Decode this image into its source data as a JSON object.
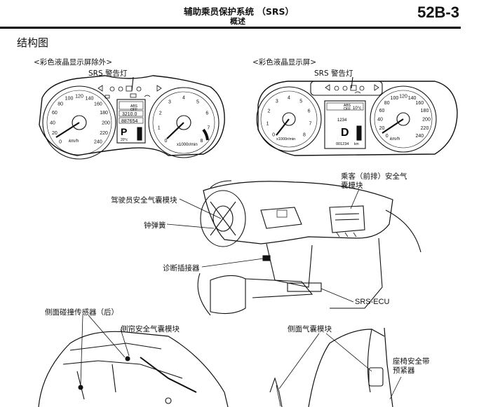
{
  "header": {
    "title": "辅助乘员保护系统 （SRS）",
    "subtitle": "概述",
    "page_number": "52B-3"
  },
  "section_title": "结构图",
  "cluster_left": {
    "caption": "<彩色液晶显示屏除外>",
    "warning_label": "SRS 警告灯",
    "speed_ticks": [
      "0",
      "20",
      "40",
      "60",
      "80",
      "100",
      "120",
      "140",
      "160",
      "180",
      "200",
      "220",
      "240"
    ],
    "speed_unit": "km/h",
    "rpm_ticks": [
      "0",
      "1",
      "2",
      "3",
      "4",
      "5",
      "6",
      "7",
      "8"
    ],
    "rpm_unit": "x1000r/min",
    "lcd": {
      "trip": "3210.0",
      "odo": "887654",
      "gear": "P",
      "temp": "20°c",
      "abs": "ABS",
      "off": "OFF"
    }
  },
  "cluster_right": {
    "caption": "<彩色液晶显示屏>",
    "warning_label": "SRS 警告灯",
    "speed_ticks": [
      "0",
      "20",
      "40",
      "60",
      "80",
      "100",
      "120",
      "140",
      "160",
      "180",
      "200",
      "220",
      "240"
    ],
    "speed_unit": "km/h",
    "rpm_ticks": [
      "0",
      "1",
      "2",
      "3",
      "4",
      "5",
      "6",
      "7",
      "8"
    ],
    "rpm_unit": "x1000r/min",
    "lcd": {
      "gear": "D",
      "odo": "001234",
      "temp": "10°c",
      "range": "1234",
      "abs": "ABS",
      "off": "OFF",
      "unit": "km"
    }
  },
  "dashboard_labels": {
    "passenger_airbag": "乘客（前排）安全气囊模块",
    "driver_airbag": "驾驶员安全气囊模块",
    "clock_spring": "钟弹簧",
    "diagnostic_connector": "诊断插接器",
    "srs_ecu": "SRS-ECU"
  },
  "lower_labels": {
    "side_impact_sensor": "侧面碰撞传感器（后）",
    "curtain_airbag": "侧帘安全气囊模块",
    "side_airbag": "侧面气囊模块",
    "seatbelt_pretensioner": "座椅安全带预紧器"
  }
}
